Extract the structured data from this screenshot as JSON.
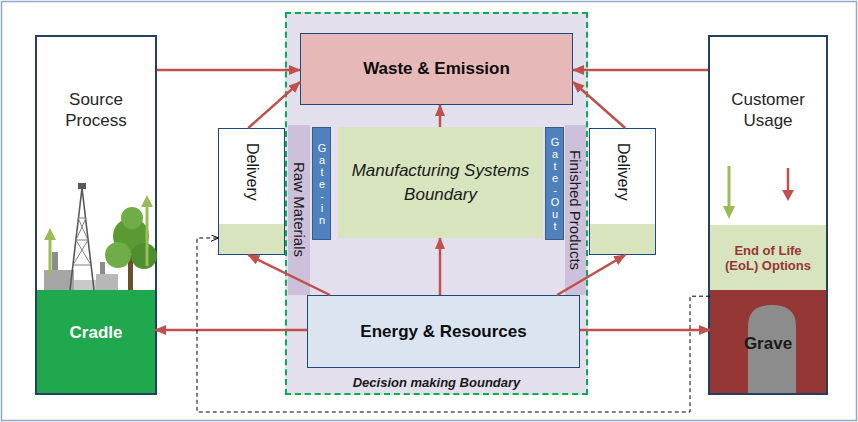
{
  "diagram": {
    "nodes": [
      {
        "text": [
          "Source Process"
        ]
      },
      {
        "text": [
          "Cradle"
        ],
        "in": 0
      },
      {
        "text": [
          "Delivery"
        ]
      },
      {
        "text": [
          "Decision making Boundary"
        ]
      },
      {
        "text": [
          "Waste & Emission"
        ],
        "in": 3
      },
      {
        "text": [
          "Raw Materials"
        ],
        "in": 3
      },
      {
        "text": [
          "Gate-in"
        ],
        "in": 3
      },
      {
        "text": [
          "Manufacturing Systems Boundary"
        ],
        "in": 3
      },
      {
        "text": [
          "Gate-Out"
        ],
        "in": 3
      },
      {
        "text": [
          "Finished Products"
        ],
        "in": 3
      },
      {
        "text": [
          "Energy & Resources"
        ],
        "in": 3
      },
      {
        "text": [
          "Delivery"
        ]
      },
      {
        "text": [
          "Customer Usage"
        ]
      },
      {
        "text": [
          "End of Life (EoL) Options"
        ],
        "in": 12
      },
      {
        "text": [
          "Grave"
        ],
        "in": 12
      }
    ],
    "edges": [
      {
        "from": 0,
        "to": 4,
        "arrow": "to"
      },
      {
        "from": 12,
        "to": 4,
        "arrow": "to"
      },
      {
        "from": 10,
        "to": 1,
        "arrow": "to"
      },
      {
        "from": 10,
        "to": 14,
        "arrow": "to"
      },
      {
        "from": 10,
        "to": 7,
        "arrow": "to"
      },
      {
        "from": 7,
        "to": 4,
        "arrow": "to"
      },
      {
        "from": 10,
        "to": 2,
        "arrow": "to"
      },
      {
        "from": 10,
        "to": 11,
        "arrow": "to"
      },
      {
        "from": 2,
        "to": 4,
        "arrow": "to"
      },
      {
        "from": 11,
        "to": 4,
        "arrow": "to"
      },
      {
        "from": 14,
        "to": 2,
        "arrow": "to"
      }
    ]
  }
}
